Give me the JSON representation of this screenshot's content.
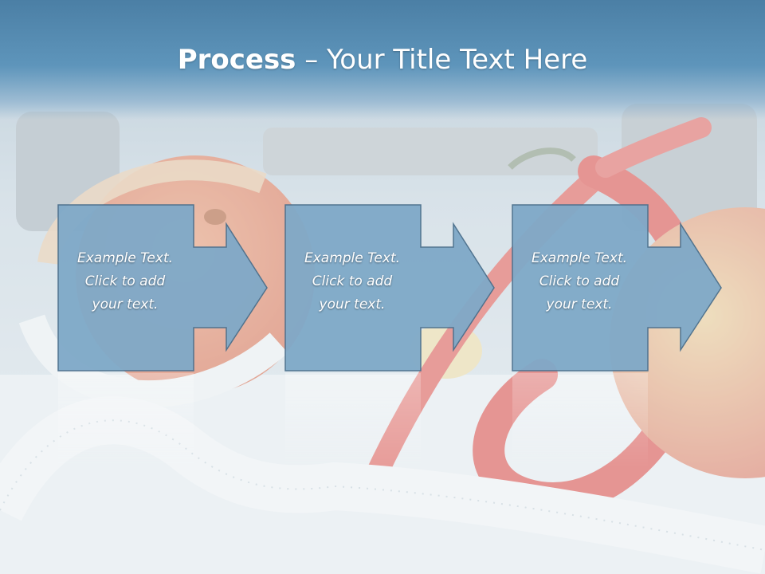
{
  "slide": {
    "title_bold": "Process",
    "title_rest": " – Your Title Text Here",
    "steps": [
      {
        "line1": "Example Text.",
        "line2": "Click  to add",
        "line3": "your text."
      },
      {
        "line1": "Example Text.",
        "line2": "Click  to add",
        "line3": "your text."
      },
      {
        "line1": "Example Text.",
        "line2": "Click  to add",
        "line3": "your text."
      }
    ]
  },
  "colors": {
    "title_band": "#5a8db3",
    "box_fill": "#7fa9c8",
    "box_stroke": "#4a6f8c",
    "text": "#ffffff"
  }
}
